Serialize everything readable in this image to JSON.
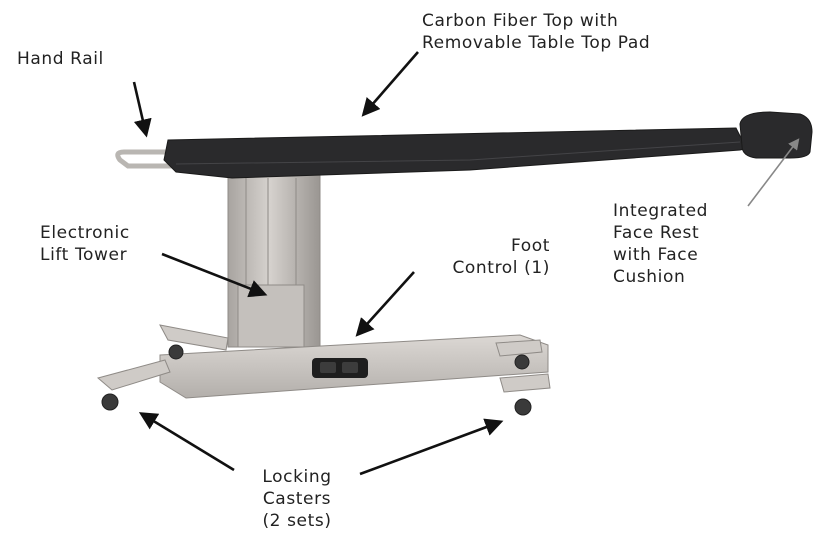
{
  "labels": {
    "hand_rail": [
      "Hand Rail"
    ],
    "carbon_top": [
      "Carbon Fiber Top with",
      "Removable Table Top Pad"
    ],
    "lift_tower": [
      "Electronic",
      "Lift Tower"
    ],
    "foot_control": [
      "Foot",
      "Control (1)"
    ],
    "face_rest": [
      "Integrated",
      "Face Rest",
      "with Face",
      "Cushion"
    ],
    "casters": [
      "Locking",
      "Casters",
      "(2 sets)"
    ]
  },
  "colors": {
    "text": "#222222",
    "arrow": "#111111",
    "face_arrow": "#888888",
    "table_top": "#2a2a2c",
    "frame": "#c8c4c0",
    "frame_shadow": "#8f8b87"
  }
}
